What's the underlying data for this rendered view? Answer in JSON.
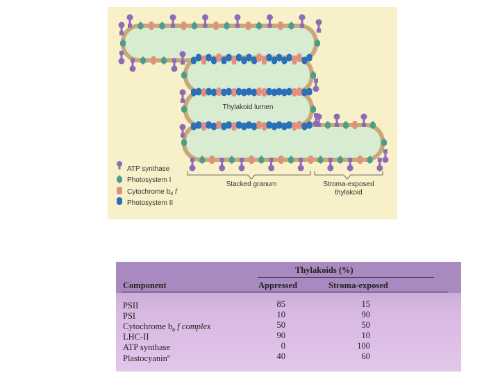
{
  "colors": {
    "figure_bg": "#f8f0c9",
    "lumen": "#d8ecd2",
    "membrane": "#c8a878",
    "atp_synthase": "#8e6bb5",
    "photosystem_I": "#4f9c8a",
    "cytochrome_b6f": "#e2907c",
    "photosystem_II": "#2a6fb8",
    "table_bg": "#d7b8e2"
  },
  "diagram": {
    "lumen_label": "Thylakoid lumen",
    "stacked_label": "Stacked granum",
    "stroma_label_line1": "Stroma-exposed",
    "stroma_label_line2": "thylakoid",
    "legend": [
      {
        "icon": "atp-synthase-icon",
        "label": "ATP synthase"
      },
      {
        "icon": "photosystem-i-icon",
        "label": "Photosystem I"
      },
      {
        "icon": "cytochrome-icon",
        "label_prefix": "Cytochrome b",
        "label_sub": "6",
        "label_suffix": "f"
      },
      {
        "icon": "photosystem-ii-icon",
        "label": "Photosystem II"
      }
    ]
  },
  "table": {
    "group_header": "Thylakoids (%)",
    "col_component": "Component",
    "col_appressed": "Appressed",
    "col_stroma": "Stroma-exposed",
    "rows": [
      {
        "name": "PSII",
        "appressed": "85",
        "stroma": "15"
      },
      {
        "name": "PSI",
        "appressed": "10",
        "stroma": "90"
      },
      {
        "name_prefix": "Cytochrome b",
        "name_sub": "6",
        "name_suffix": "f complex",
        "appressed": "50",
        "stroma": "50"
      },
      {
        "name": "LHC-II",
        "appressed": "90",
        "stroma": "10"
      },
      {
        "name": "ATP synthase",
        "appressed": "0",
        "stroma": "100"
      },
      {
        "name": "Plastocyanin",
        "name_sup": "a",
        "appressed": "40",
        "stroma": "60"
      }
    ]
  }
}
